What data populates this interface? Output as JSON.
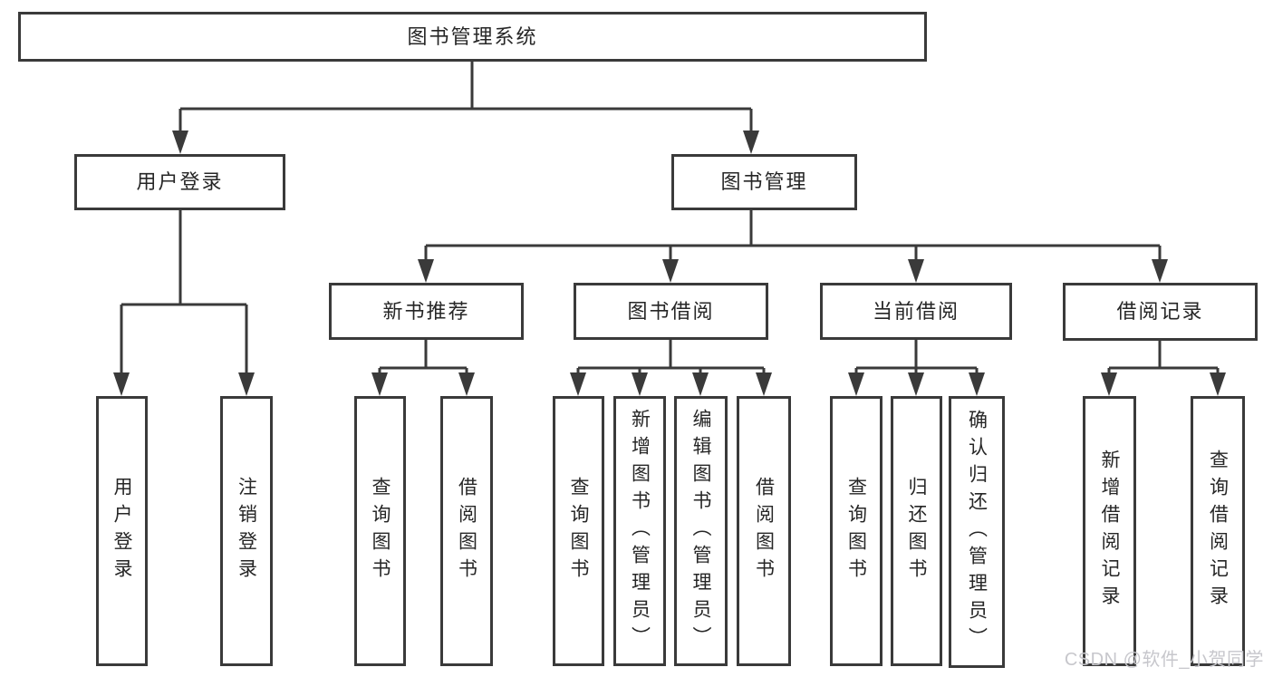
{
  "tree": {
    "label": "图书管理系统",
    "children": [
      {
        "label": "用户登录",
        "children": [
          {
            "label": "用户登录"
          },
          {
            "label": "注销登录"
          }
        ]
      },
      {
        "label": "图书管理",
        "children": [
          {
            "label": "新书推荐",
            "children": [
              {
                "label": "查询图书"
              },
              {
                "label": "借阅图书"
              }
            ]
          },
          {
            "label": "图书借阅",
            "children": [
              {
                "label": "查询图书"
              },
              {
                "label": "新增图书（管理员）"
              },
              {
                "label": "编辑图书（管理员）"
              },
              {
                "label": "借阅图书"
              }
            ]
          },
          {
            "label": "当前借阅",
            "children": [
              {
                "label": "查询图书"
              },
              {
                "label": "归还图书"
              },
              {
                "label": "确认归还（管理员）"
              }
            ]
          },
          {
            "label": "借阅记录",
            "children": [
              {
                "label": "新增借阅记录"
              },
              {
                "label": "查询借阅记录"
              }
            ]
          }
        ]
      }
    ]
  },
  "watermark": {
    "text": "CSDN @软件_小贺同学"
  },
  "colors": {
    "line": "#3a3a3a",
    "box_border": "#3a3a3a",
    "text": "#262626",
    "background": "#ffffff",
    "watermark": "#c7c7cc"
  }
}
